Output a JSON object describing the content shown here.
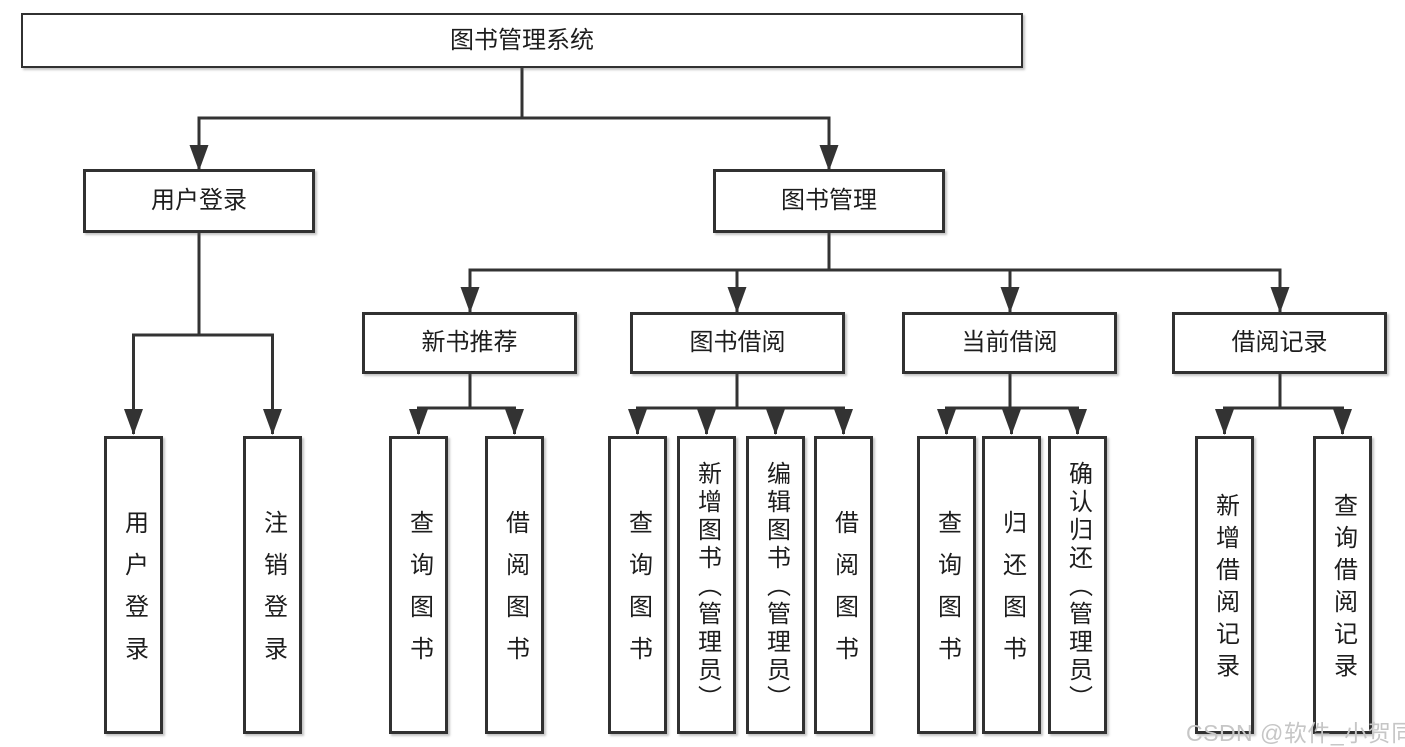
{
  "watermark": "CSDN @软件_小贺同学",
  "colors": {
    "line": "#333333",
    "box_border": "#313131",
    "text": "#1d1d1d",
    "watermark_text": "#c6c6c6",
    "background": "#ffffff"
  },
  "tree": {
    "root": {
      "label": "图书管理系统"
    },
    "branches": [
      {
        "label": "用户登录",
        "children": [
          {
            "label": "用户登录"
          },
          {
            "label": "注销登录"
          }
        ]
      },
      {
        "label": "图书管理",
        "children": [
          {
            "label": "新书推荐",
            "children": [
              {
                "label": "查询图书"
              },
              {
                "label": "借阅图书"
              }
            ]
          },
          {
            "label": "图书借阅",
            "children": [
              {
                "label": "查询图书"
              },
              {
                "label": "新增图书（管理员）"
              },
              {
                "label": "编辑图书（管理员）"
              },
              {
                "label": "借阅图书"
              }
            ]
          },
          {
            "label": "当前借阅",
            "children": [
              {
                "label": "查询图书"
              },
              {
                "label": "归还图书"
              },
              {
                "label": "确认归还（管理员）"
              }
            ]
          },
          {
            "label": "借阅记录",
            "children": [
              {
                "label": "新增借阅记录"
              },
              {
                "label": "查询借阅记录"
              }
            ]
          }
        ]
      }
    ]
  }
}
